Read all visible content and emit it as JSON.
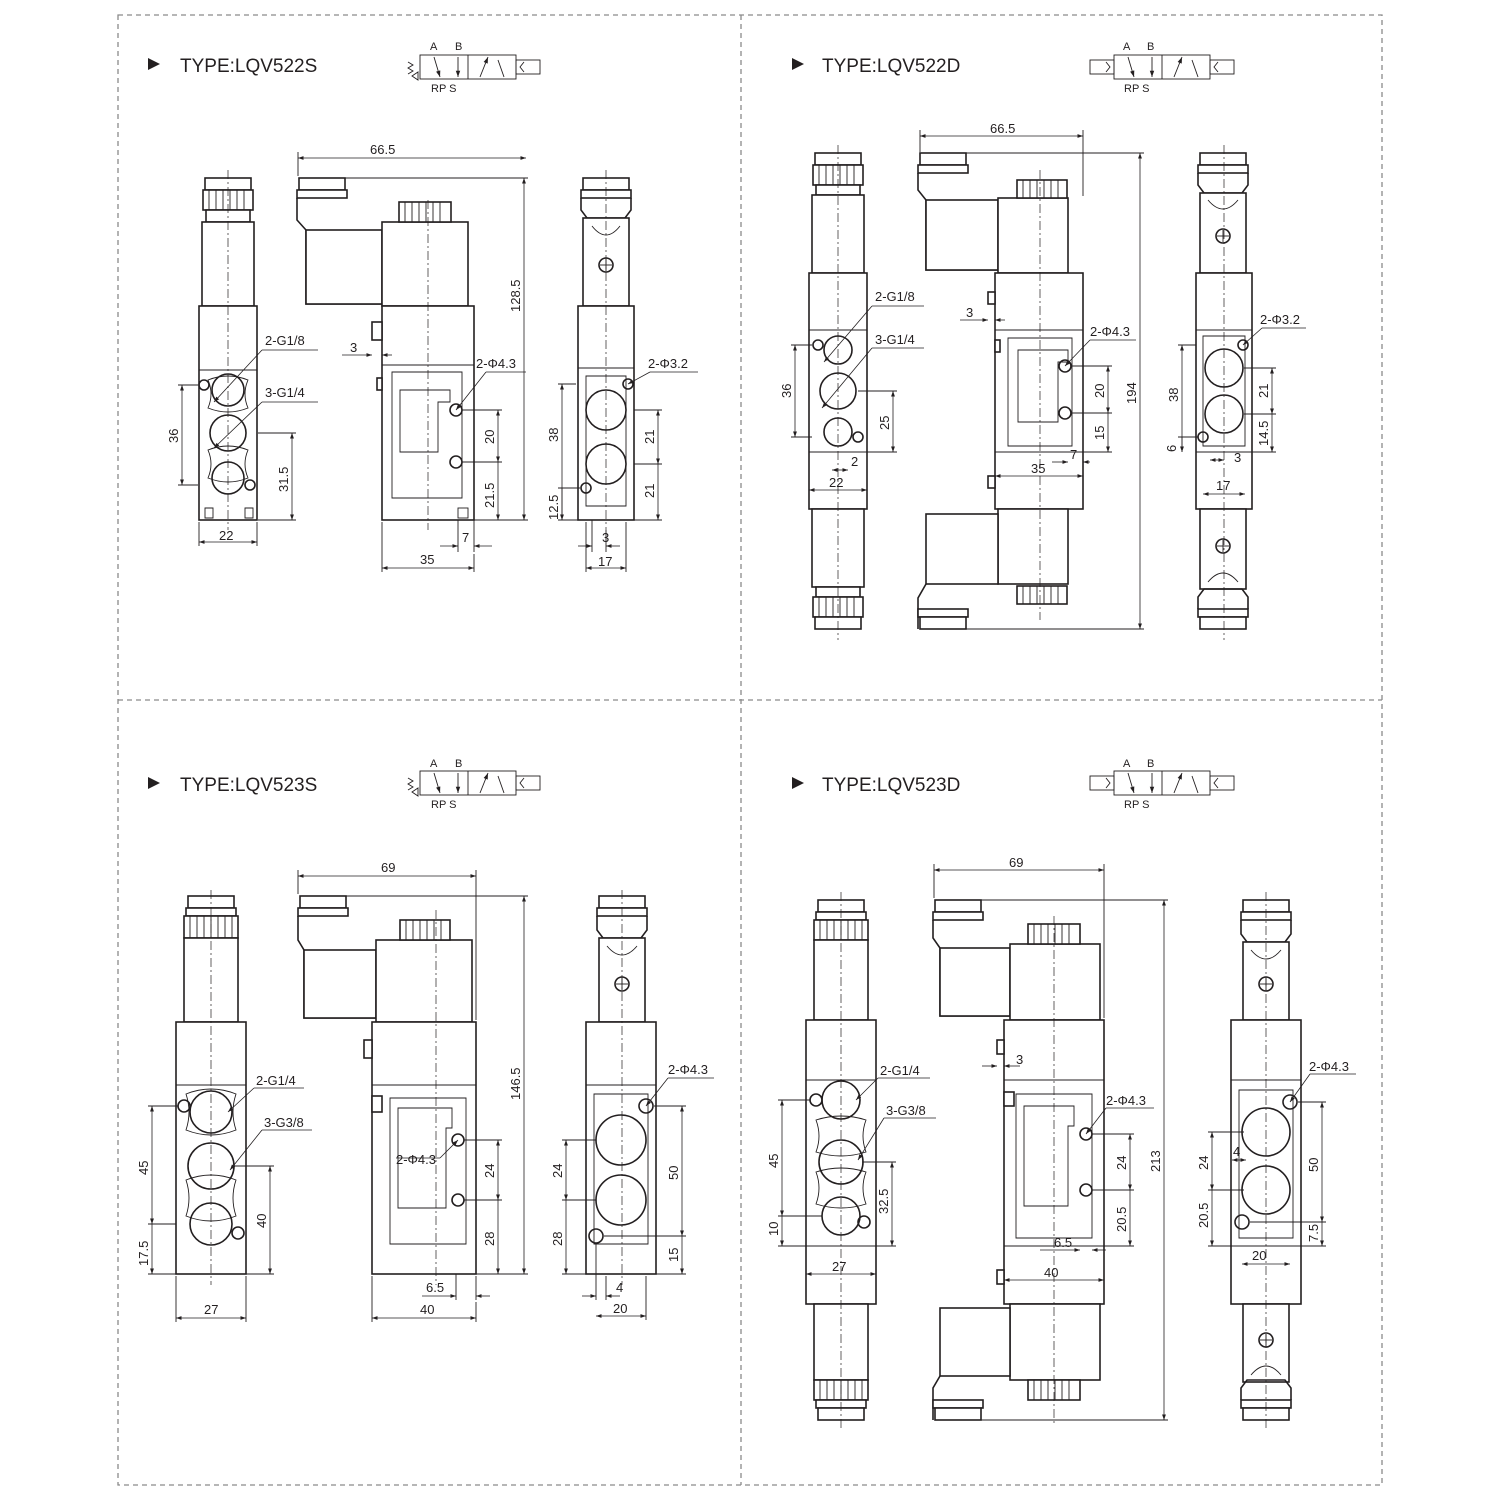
{
  "panels": [
    {
      "type_label": "TYPE:LQV522S",
      "symbol": {
        "port_a": "A",
        "port_b": "B",
        "ports_bottom": "RP S"
      },
      "callouts": {
        "thread_small": "2-G1/8",
        "thread_large": "3-G1/4",
        "mount_side": "2-Φ4.3",
        "mount_end": "2-Φ3.2"
      },
      "dims": {
        "overall_width": "66.5",
        "overall_height": "128.5",
        "front_height": "36",
        "front_pitch": "31.5",
        "front_width": "22",
        "step": "3",
        "side_pitch": "20",
        "side_base": "21.5",
        "side_offset": "7",
        "side_width": "35",
        "end_height": "38",
        "end_upper": "21",
        "end_lower": "21",
        "end_base": "12.5",
        "end_offset": "3",
        "end_width": "17"
      }
    },
    {
      "type_label": "TYPE:LQV522D",
      "symbol": {
        "port_a": "A",
        "port_b": "B",
        "ports_bottom": "RP S"
      },
      "callouts": {
        "thread_small": "2-G1/8",
        "thread_large": "3-G1/4",
        "mount_side": "2-Φ4.3",
        "mount_end": "2-Φ3.2"
      },
      "dims": {
        "overall_width": "66.5",
        "overall_height": "194",
        "front_height": "36",
        "front_pitch": "25",
        "front_offset": "2",
        "front_width": "22",
        "step": "3",
        "side_pitch": "20",
        "side_base": "15",
        "side_offset": "7",
        "side_width": "35",
        "end_height": "38",
        "end_upper": "21",
        "end_lower": "14.5",
        "end_base": "6",
        "end_offset": "3",
        "end_width": "17"
      }
    },
    {
      "type_label": "TYPE:LQV523S",
      "symbol": {
        "port_a": "A",
        "port_b": "B",
        "ports_bottom": "RP S"
      },
      "callouts": {
        "thread_small": "2-G1/4",
        "thread_large": "3-G3/8",
        "mount_side": "2-Φ4.3",
        "mount_end": "2-Φ4.3"
      },
      "dims": {
        "overall_width": "69",
        "overall_height": "146.5",
        "front_height": "45",
        "front_pitch": "40",
        "front_base": "17.5",
        "front_width": "27",
        "side_pitch": "24",
        "side_base": "28",
        "side_offset": "6.5",
        "side_width": "40",
        "end_upper": "24",
        "end_lower": "28",
        "end_height": "50",
        "end_base": "15",
        "end_offset": "4",
        "end_width": "20"
      }
    },
    {
      "type_label": "TYPE:LQV523D",
      "symbol": {
        "port_a": "A",
        "port_b": "B",
        "ports_bottom": "RP S"
      },
      "callouts": {
        "thread_small": "2-G1/4",
        "thread_large": "3-G3/8",
        "mount_side": "2-Φ4.3",
        "mount_end": "2-Φ4.3"
      },
      "dims": {
        "overall_width": "69",
        "overall_height": "213",
        "front_height": "45",
        "front_pitch": "32.5",
        "front_base": "10",
        "front_width": "27",
        "step": "3",
        "side_pitch": "24",
        "side_base": "20.5",
        "side_offset": "6.5",
        "side_width": "40",
        "end_upper": "24",
        "end_offset_top": "4",
        "end_lower": "20.5",
        "end_height": "50",
        "end_base": "7.5",
        "end_width": "20"
      }
    }
  ]
}
